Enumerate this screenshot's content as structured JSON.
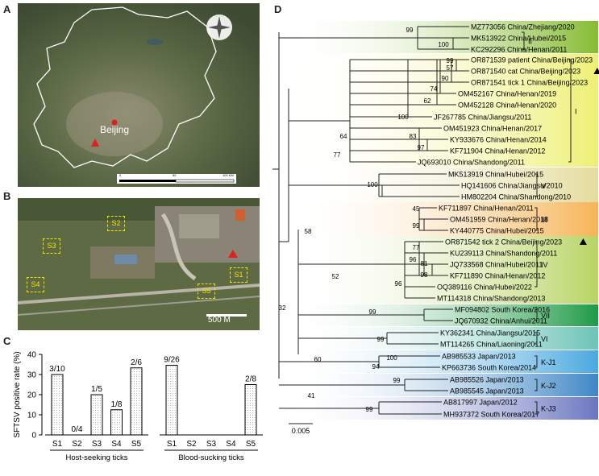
{
  "panels": {
    "a": "A",
    "b": "B",
    "c": "C",
    "d": "D"
  },
  "map_a": {
    "city": "Beijing",
    "scale": [
      "0",
      "50",
      "100 KM"
    ]
  },
  "map_b": {
    "sites": [
      "S2",
      "S3",
      "S4",
      "S1",
      "S5"
    ],
    "scale": "500 M"
  },
  "colors": {
    "accent": "#e02020",
    "site": "#f5e400"
  },
  "chart_data": {
    "type": "bar",
    "ylabel": "SFTSV positive rate (%)",
    "ylim": [
      0,
      40
    ],
    "yticks": [
      "0",
      "10",
      "20",
      "30",
      "40"
    ],
    "groups": [
      {
        "name": "Host-seeking ticks",
        "categories": [
          "S1",
          "S2",
          "S3",
          "S4",
          "S5"
        ],
        "values": [
          30,
          0,
          20,
          12.5,
          33.3
        ],
        "labels": [
          "3/10",
          "0/4",
          "1/5",
          "1/8",
          "2/6"
        ]
      },
      {
        "name": "Blood-sucking ticks",
        "categories": [
          "S1",
          "S2",
          "S3",
          "S4",
          "S5"
        ],
        "values": [
          34.6,
          0,
          0,
          0,
          25
        ],
        "labels": [
          "9/26",
          "",
          "",
          "",
          "2/8"
        ]
      }
    ]
  },
  "tree": {
    "scale_label": "0.005",
    "leaves": [
      {
        "label": "MZ773056 China/Zhejiang/2020",
        "marker": false
      },
      {
        "label": "MK513922 China/Hubei/2015",
        "marker": false
      },
      {
        "label": "KC292296 China/Henan/2011",
        "marker": false
      },
      {
        "label": "OR871539 patient China/Beijing/2023",
        "marker": true
      },
      {
        "label": "OR871540 cat China/Beijing/2023",
        "marker": true
      },
      {
        "label": "OR871541 tick 1 China/Beijing/2023",
        "marker": true
      },
      {
        "label": "OM452167 China/Henan/2019",
        "marker": false
      },
      {
        "label": "OM452128 China/Henan/2020",
        "marker": false
      },
      {
        "label": "JF267785 China/Jiangsu/2011",
        "marker": false
      },
      {
        "label": "OM451923 China/Henan/2017",
        "marker": false
      },
      {
        "label": "KY933676 China/Henan/2014",
        "marker": false
      },
      {
        "label": "KF711904 China/Henan/2012",
        "marker": false
      },
      {
        "label": "JQ693010 China/Shandong/2011",
        "marker": false
      },
      {
        "label": "MK513919 China/Hubei/2015",
        "marker": false
      },
      {
        "label": "HQ141606 China/Jiangsu/2010",
        "marker": false
      },
      {
        "label": "HM802204 China/Shandong/2010",
        "marker": false
      },
      {
        "label": "KF711897 China/Henan/2011",
        "marker": false
      },
      {
        "label": "OM451959 China/Henan/2018",
        "marker": false
      },
      {
        "label": "KY440775 China/Hubei/2015",
        "marker": false
      },
      {
        "label": "OR871542 tick 2 China/Beijing/2023",
        "marker": true
      },
      {
        "label": "KU239113 China/Shandong/2011",
        "marker": false
      },
      {
        "label": "JQ733568 China/Hubei/2011",
        "marker": false
      },
      {
        "label": "KF711890 China/Henan/2012",
        "marker": false
      },
      {
        "label": "OQ389116 China/Hubei/2022",
        "marker": false
      },
      {
        "label": "MT114318 China/Shandong/2013",
        "marker": false
      },
      {
        "label": "MF094802 South Korea/2016",
        "marker": false
      },
      {
        "label": "JQ670932 China/Anhui/2011",
        "marker": false
      },
      {
        "label": "KY362341 China/Jiangsu/2015",
        "marker": false
      },
      {
        "label": "MT114265 China/Liaoning/2011",
        "marker": false
      },
      {
        "label": "AB985533 Japan/2013",
        "marker": false
      },
      {
        "label": "KP663736 South Korea/2014",
        "marker": false
      },
      {
        "label": "AB985526 Japan/2013",
        "marker": false
      },
      {
        "label": "AB985545 Japan/2013",
        "marker": false
      },
      {
        "label": "AB817997 Japan/2012",
        "marker": false
      },
      {
        "label": "MH937372 South Korea/2017",
        "marker": false
      }
    ],
    "bootstrap": [
      "99",
      "100",
      "99",
      "57",
      "90",
      "74",
      "62",
      "100",
      "83",
      "97",
      "64",
      "77",
      "100",
      "45",
      "99",
      "77",
      "81",
      "96",
      "98",
      "96",
      "52",
      "58",
      "99",
      "99",
      "94",
      "32",
      "100",
      "99",
      "60",
      "41",
      "99"
    ],
    "clades": [
      "II",
      "I",
      "V",
      "III",
      "IV",
      "VII",
      "VI",
      "K-J1",
      "K-J2",
      "K-J3"
    ]
  }
}
